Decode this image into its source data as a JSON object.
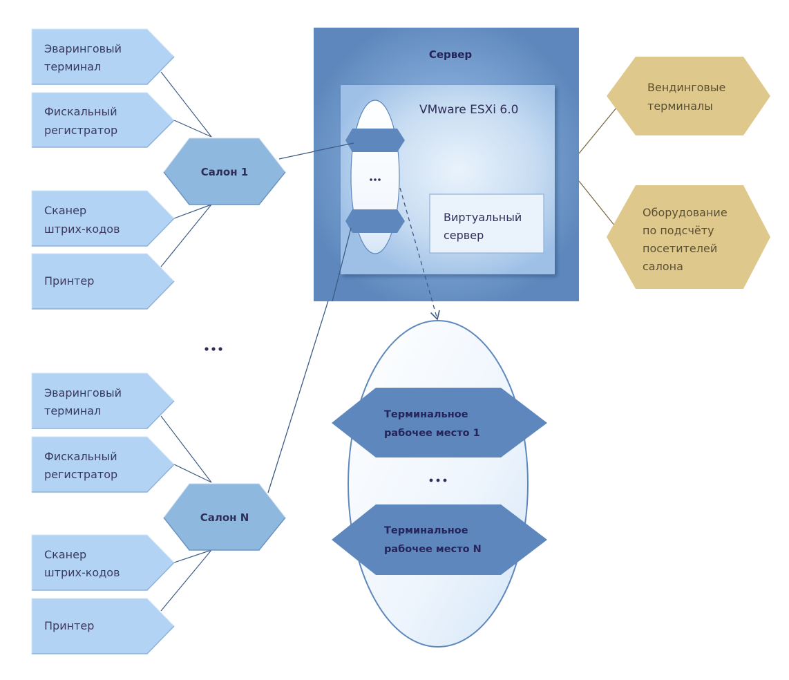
{
  "diagram": {
    "server": {
      "title": "Сервер",
      "hypervisor": "VMware ESXi 6.0",
      "virtual_server": [
        "Виртуальный",
        "сервер"
      ],
      "inner_ellipsis": "..."
    },
    "salon_groups": [
      {
        "salon": "Салон 1",
        "devices": [
          [
            "Эваринговый",
            "терминал"
          ],
          [
            "Фискальный",
            "регистратор"
          ],
          [
            "Сканер",
            "штрих-кодов"
          ],
          [
            "Принтер"
          ]
        ]
      },
      {
        "salon": "Салон N",
        "devices": [
          [
            "Эваринговый",
            "терминал"
          ],
          [
            "Фискальный",
            "регистратор"
          ],
          [
            "Сканер",
            "штрих-кодов"
          ],
          [
            "Принтер"
          ]
        ]
      }
    ],
    "between_salons_ellipsis": "...",
    "external_equipment": [
      [
        "Вендинговые",
        "терминалы"
      ],
      [
        "Оборудование",
        "по подсчёту",
        "посетителей",
        "салона"
      ]
    ],
    "terminal_workplaces": [
      [
        "Терминальное",
        "рабочее место 1"
      ],
      [
        "Терминальное",
        "рабочее место N"
      ]
    ],
    "terminals_ellipsis": "...",
    "colors": {
      "device_fill": "#b3d3f5",
      "salon_fill": "#8fb8de",
      "server_outer": "#5e88bd",
      "server_inner": "#a4c4e8",
      "terminal_fill": "#5e88bd",
      "gold_fill": "#dfc88c",
      "line_blue": "#3d5a84",
      "line_gold": "#7a6a44"
    }
  }
}
